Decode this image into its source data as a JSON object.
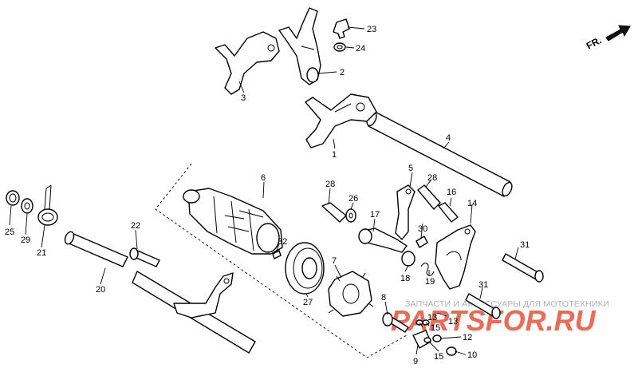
{
  "direction_label": "FR.",
  "callouts": [
    {
      "id": "1",
      "text": "1"
    },
    {
      "id": "2",
      "text": "2"
    },
    {
      "id": "3",
      "text": "3"
    },
    {
      "id": "4",
      "text": "4"
    },
    {
      "id": "5",
      "text": "5"
    },
    {
      "id": "6",
      "text": "6"
    },
    {
      "id": "7",
      "text": "7"
    },
    {
      "id": "8",
      "text": "8"
    },
    {
      "id": "9",
      "text": "9"
    },
    {
      "id": "10",
      "text": "10"
    },
    {
      "id": "12",
      "text": "12"
    },
    {
      "id": "13a",
      "text": "13"
    },
    {
      "id": "13b",
      "text": "13"
    },
    {
      "id": "14",
      "text": "14"
    },
    {
      "id": "15a",
      "text": "15"
    },
    {
      "id": "15b",
      "text": "15"
    },
    {
      "id": "16",
      "text": "16"
    },
    {
      "id": "17",
      "text": "17"
    },
    {
      "id": "18",
      "text": "18"
    },
    {
      "id": "19",
      "text": "19"
    },
    {
      "id": "20",
      "text": "20"
    },
    {
      "id": "21",
      "text": "21"
    },
    {
      "id": "22",
      "text": "22"
    },
    {
      "id": "23",
      "text": "23"
    },
    {
      "id": "24",
      "text": "24"
    },
    {
      "id": "25",
      "text": "25"
    },
    {
      "id": "26",
      "text": "26"
    },
    {
      "id": "27",
      "text": "27"
    },
    {
      "id": "28a",
      "text": "28"
    },
    {
      "id": "28b",
      "text": "28"
    },
    {
      "id": "29",
      "text": "29"
    },
    {
      "id": "30",
      "text": "30"
    },
    {
      "id": "31a",
      "text": "31"
    },
    {
      "id": "31b",
      "text": "31"
    },
    {
      "id": "32",
      "text": "32"
    }
  ],
  "watermark": {
    "tagline": "ЗАПЧАСТИ И АКСЕССУАРЫ ДЛЯ МОТОТЕХНИКИ",
    "logo_text": "PARTSFOR.RU",
    "logo_color": "#e8452c",
    "tagline_color": "#b0b0b0"
  }
}
